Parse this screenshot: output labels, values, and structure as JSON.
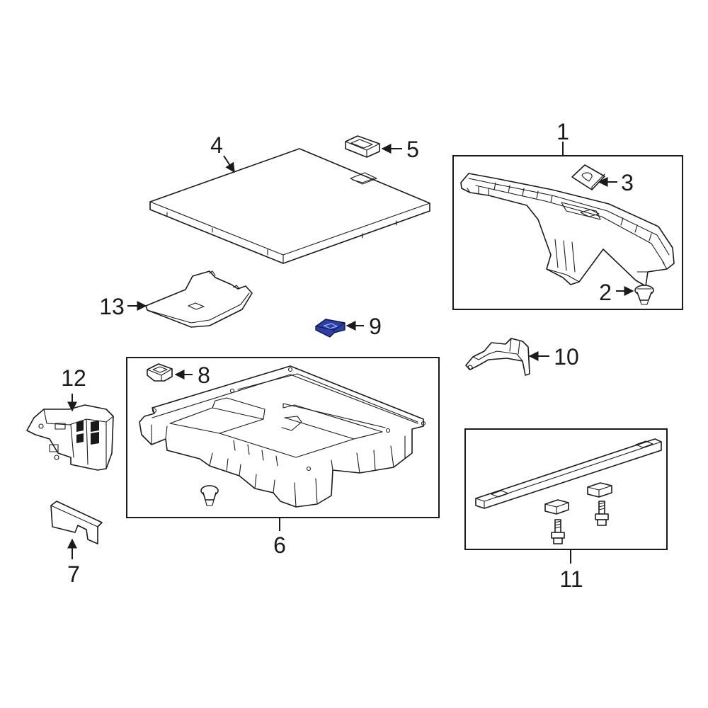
{
  "colors": {
    "line": "#1a1a1a",
    "highlight_fill": "#2d3fa6",
    "background": "#ffffff"
  },
  "callouts": {
    "c1": "1",
    "c2": "2",
    "c3": "3",
    "c4": "4",
    "c5": "5",
    "c6": "6",
    "c7": "7",
    "c8": "8",
    "c9": "9",
    "c10": "10",
    "c11": "11",
    "c12": "12",
    "c13": "13"
  },
  "highlighted_part": "9"
}
